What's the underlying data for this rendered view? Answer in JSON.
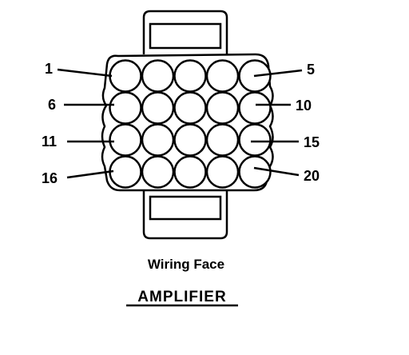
{
  "connector": {
    "rows": 4,
    "cols": 5
  },
  "pin_labels": {
    "p1": "1",
    "p5": "5",
    "p6": "6",
    "p10": "10",
    "p11": "11",
    "p15": "15",
    "p16": "16",
    "p20": "20"
  },
  "caption": {
    "subtitle": "Wiring Face",
    "title": "AMPLIFIER"
  },
  "colors": {
    "ink": "#000000",
    "paper": "#ffffff"
  }
}
